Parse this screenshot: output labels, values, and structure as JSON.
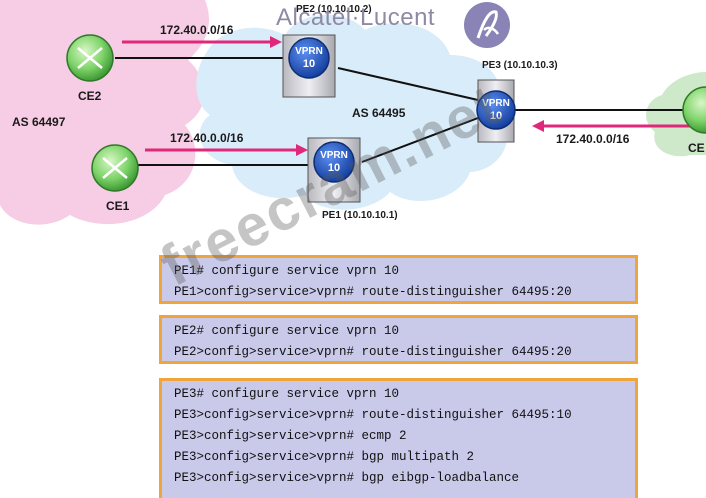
{
  "brand": {
    "name": "Alcatel·Lucent"
  },
  "watermark": "freecram.net",
  "diagram": {
    "as_left": "AS 64497",
    "as_center": "AS 64495",
    "routers": {
      "ce2": "CE2",
      "ce1": "CE1",
      "ce3": "CE",
      "pe1": "PE1 (10.10.10.1)",
      "pe2": "PE2 (10.10.10.2)",
      "pe3": "PE3 (10.10.10.3)"
    },
    "vprn_label": "VPRN",
    "vprn_id": "10",
    "prefix_ce2": "172.40.0.0/16",
    "prefix_ce1": "172.40.0.0/16",
    "prefix_ce3": "172.40.0.0/16",
    "colors": {
      "cloud_pink": "#f6cde4",
      "cloud_blue": "#d9ecf9",
      "cloud_green": "#cde9c9",
      "arrow": "#e0287a",
      "vprn": "#1f58c8"
    }
  },
  "config": {
    "pe1": [
      "PE1# configure service vprn 10",
      "PE1>config>service>vprn# route-distinguisher 64495:20"
    ],
    "pe2": [
      "PE2# configure service vprn 10",
      "PE2>config>service>vprn# route-distinguisher 64495:20"
    ],
    "pe3": [
      "PE3# configure service vprn 10",
      "PE3>config>service>vprn# route-distinguisher 64495:10",
      "PE3>config>service>vprn# ecmp 2",
      "PE3>config>service>vprn# bgp multipath 2",
      "PE3>config>service>vprn# bgp eibgp-loadbalance"
    ]
  }
}
